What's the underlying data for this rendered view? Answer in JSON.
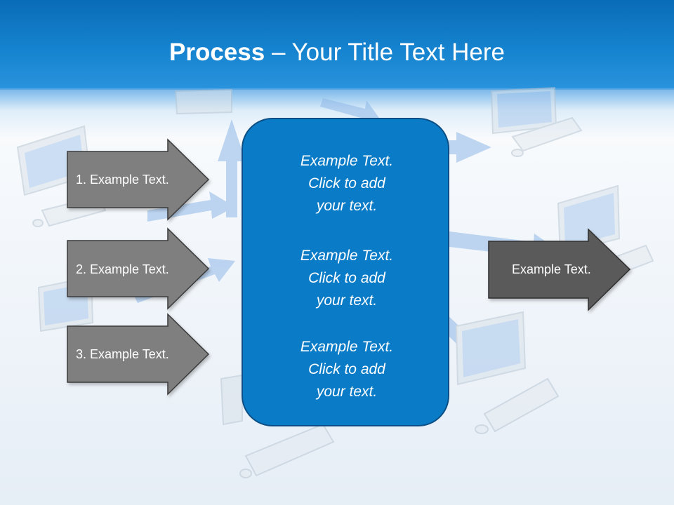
{
  "title": {
    "bold": "Process",
    "rest": " – Your Title Text Here"
  },
  "left_arrows": [
    {
      "label": "1. Example Text."
    },
    {
      "label": "2. Example Text."
    },
    {
      "label": "3. Example Text."
    }
  ],
  "center_box": {
    "paragraphs": [
      "Example Text.\nClick  to add\nyour text.",
      "Example Text.\nClick  to add\nyour text.",
      "Example Text.\nClick  to add\nyour text."
    ]
  },
  "right_arrow": {
    "label": "Example Text."
  },
  "colors": {
    "header_blue": "#0a6cb8",
    "center_box_fill": "#0a7bc6",
    "arrow_fill": "#7f7f7f",
    "right_arrow_fill": "#5a5a5a"
  }
}
